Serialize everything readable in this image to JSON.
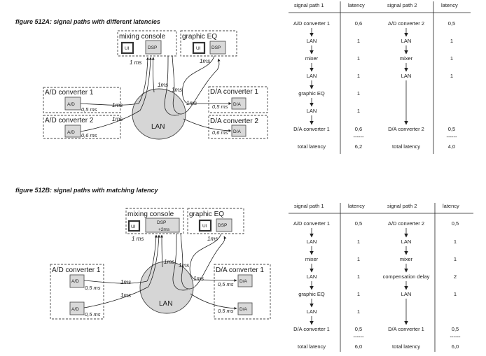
{
  "figA": {
    "title": "figure 512A: signal paths with different latencies",
    "mixing_console": "mixing console",
    "graphic_eq": "graphic EQ",
    "ad1": "A/D converter 1",
    "ad2": "A/D converter 2",
    "da1": "D/A converter 1",
    "da2": "D/A converter 2",
    "ui": "UI",
    "dsp": "DSP",
    "ad": "A/D",
    "da": "D/A",
    "lan": "LAN",
    "ms1": "1ms",
    "ms1s": "1 ms",
    "ms05": "0,5 ms",
    "ms06": "0,6 ms"
  },
  "tableA": {
    "h_path1": "signal path 1",
    "h_latency": "latency",
    "h_path2": "signal path 2",
    "path1": [
      {
        "name": "A/D converter 1",
        "value": "0,6"
      },
      {
        "name": "LAN",
        "value": "1"
      },
      {
        "name": "mixer",
        "value": "1"
      },
      {
        "name": "LAN",
        "value": "1"
      },
      {
        "name": "graphic EQ",
        "value": "1"
      },
      {
        "name": "LAN",
        "value": "1"
      },
      {
        "name": "D/A converter 1",
        "value": "0,6"
      }
    ],
    "path2": [
      {
        "name": "A/D converter 2",
        "value": "0,5"
      },
      {
        "name": "LAN",
        "value": "1"
      },
      {
        "name": "mixer",
        "value": "1"
      },
      {
        "name": "LAN",
        "value": "1"
      },
      {
        "name": "D/A converter 2",
        "value": "0,5"
      }
    ],
    "rule": "------",
    "total_label": "total latency",
    "total1": "6,2",
    "total2": "4,0"
  },
  "figB": {
    "title": "figure 512B: signal paths with matching latency",
    "mixing_console": "mixing console",
    "graphic_eq": "graphic EQ",
    "ad1": "A/D converter 1",
    "da1": "D/A converter 1",
    "ui": "UI",
    "dsp": "DSP",
    "dsp_delay": "+2ms",
    "ad": "A/D",
    "da": "D/A",
    "lan": "LAN",
    "ms1": "1ms",
    "ms1s": "1 ms",
    "ms05": "0,5 ms"
  },
  "tableB": {
    "h_path1": "signal path 1",
    "h_latency": "latency",
    "h_path2": "signal path 2",
    "path1": [
      {
        "name": "A/D converter 1",
        "value": "0,5"
      },
      {
        "name": "LAN",
        "value": "1"
      },
      {
        "name": "mixer",
        "value": "1"
      },
      {
        "name": "LAN",
        "value": "1"
      },
      {
        "name": "graphic EQ",
        "value": "1"
      },
      {
        "name": "LAN",
        "value": "1"
      },
      {
        "name": "D/A converter 1",
        "value": "0,5"
      }
    ],
    "path2": [
      {
        "name": "A/D converter 2",
        "value": "0,5"
      },
      {
        "name": "LAN",
        "value": "1"
      },
      {
        "name": "mixer",
        "value": "1"
      },
      {
        "name": "compensation delay",
        "value": "2"
      },
      {
        "name": "LAN",
        "value": "1"
      },
      {
        "name": "D/A converter 1",
        "value": "0,5"
      }
    ],
    "rule": "------",
    "total_label": "total latency",
    "total1": "6,0",
    "total2": "6,0"
  }
}
